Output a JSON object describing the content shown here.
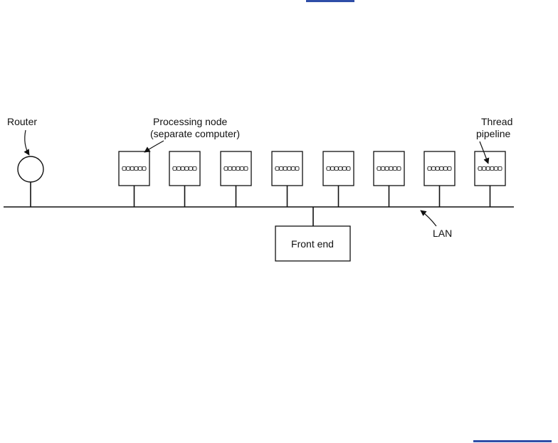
{
  "labels": {
    "router": "Router",
    "processing_node_line1": "Processing node",
    "processing_node_line2": "(separate computer)",
    "thread_line1": "Thread",
    "thread_line2": "pipeline",
    "front_end": "Front end",
    "lan": "LAN"
  },
  "nodes": [
    {
      "pipeline": "▭▭▭▭▭▭"
    },
    {
      "pipeline": "▭▭▭▭▭▭"
    },
    {
      "pipeline": "▭▭▭▭▭▭"
    },
    {
      "pipeline": "▭▭▭▭▭▭"
    },
    {
      "pipeline": "▭▭▭▭▭▭"
    },
    {
      "pipeline": "▭▭▭▭▭▭"
    },
    {
      "pipeline": "▭▭▭▭▭▭"
    },
    {
      "pipeline": "▭▭▭▭▭▭"
    }
  ],
  "colors": {
    "ink": "#111111",
    "link": "#2f4ea8"
  }
}
